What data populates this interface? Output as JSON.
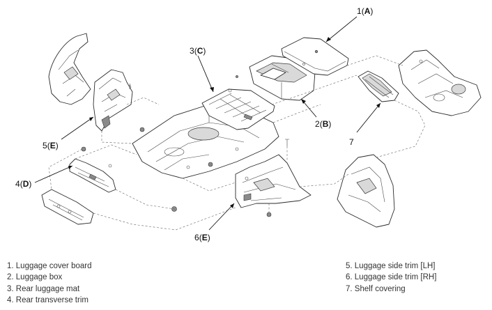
{
  "callouts": {
    "c1": {
      "num": "1",
      "letter": "A"
    },
    "c2": {
      "num": "2",
      "letter": "B"
    },
    "c3": {
      "num": "3",
      "letter": "C"
    },
    "c4": {
      "num": "4",
      "letter": "D"
    },
    "c5": {
      "num": "5",
      "letter": "E"
    },
    "c6": {
      "num": "6",
      "letter": "E"
    },
    "c7": {
      "num": "7"
    }
  },
  "legend": {
    "left": [
      "1. Luggage cover board",
      "2. Luggage box",
      "3. Rear luggage mat",
      "4. Rear transverse trim"
    ],
    "right": [
      "5. Luggage side trim [LH]",
      "6. Luggage side trim [RH]",
      "7. Shelf covering"
    ]
  }
}
